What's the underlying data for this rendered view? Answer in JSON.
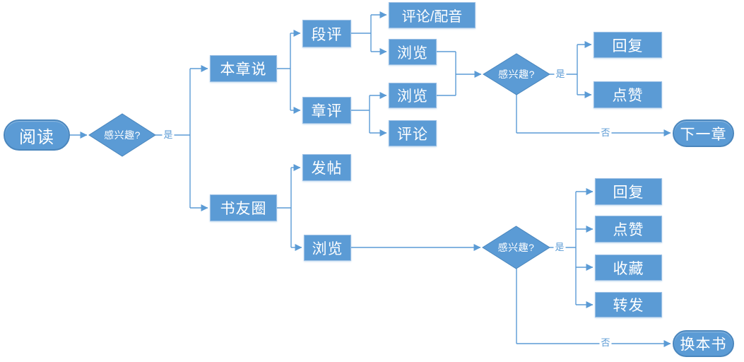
{
  "diagram": {
    "type": "flowchart",
    "colors": {
      "node_fill": "#5b9bd5",
      "box_border": "#9cc0e5",
      "terminal_border": "#4a86bd",
      "connector": "#5b9bd5",
      "edge_label_text": "#5b9bd5",
      "node_text": "#ffffff"
    },
    "nodes": {
      "start": {
        "label": "阅读",
        "shape": "terminal"
      },
      "q1": {
        "label": "感兴趣?",
        "shape": "decision"
      },
      "chapter_talk": {
        "label": "本章说",
        "shape": "process"
      },
      "paragraph_comment": {
        "label": "段评",
        "shape": "process"
      },
      "comment_dub": {
        "label": "评论/配音",
        "shape": "process"
      },
      "browse_paragraph": {
        "label": "浏览",
        "shape": "process"
      },
      "chapter_comment": {
        "label": "章评",
        "shape": "process"
      },
      "browse_chapter": {
        "label": "浏览",
        "shape": "process"
      },
      "comment": {
        "label": "评论",
        "shape": "process"
      },
      "q2": {
        "label": "感兴趣?",
        "shape": "decision"
      },
      "reply_chapter": {
        "label": "回复",
        "shape": "process"
      },
      "like_chapter": {
        "label": "点赞",
        "shape": "process"
      },
      "next_chapter": {
        "label": "下一章",
        "shape": "terminal"
      },
      "book_circle": {
        "label": "书友圈",
        "shape": "process"
      },
      "post": {
        "label": "发帖",
        "shape": "process"
      },
      "browse_circle": {
        "label": "浏览",
        "shape": "process"
      },
      "q3": {
        "label": "感兴趣?",
        "shape": "decision"
      },
      "reply_circle": {
        "label": "回复",
        "shape": "process"
      },
      "like_circle": {
        "label": "点赞",
        "shape": "process"
      },
      "favorite": {
        "label": "收藏",
        "shape": "process"
      },
      "forward": {
        "label": "转发",
        "shape": "process"
      },
      "change_book": {
        "label": "换本书",
        "shape": "terminal"
      }
    },
    "edge_labels": {
      "yes1": "是",
      "yes2": "是",
      "yes3": "是",
      "no1": "否",
      "no2": "否"
    },
    "edges": [
      {
        "from": "start",
        "to": "q1"
      },
      {
        "from": "q1",
        "to": "chapter_talk",
        "label": "是"
      },
      {
        "from": "q1",
        "to": "book_circle",
        "label": "是"
      },
      {
        "from": "chapter_talk",
        "to": "paragraph_comment"
      },
      {
        "from": "chapter_talk",
        "to": "chapter_comment"
      },
      {
        "from": "paragraph_comment",
        "to": "comment_dub"
      },
      {
        "from": "paragraph_comment",
        "to": "browse_paragraph"
      },
      {
        "from": "chapter_comment",
        "to": "browse_chapter"
      },
      {
        "from": "chapter_comment",
        "to": "comment"
      },
      {
        "from": "browse_paragraph",
        "to": "q2"
      },
      {
        "from": "browse_chapter",
        "to": "q2"
      },
      {
        "from": "q2",
        "to": "reply_chapter",
        "label": "是"
      },
      {
        "from": "q2",
        "to": "like_chapter",
        "label": "是"
      },
      {
        "from": "q2",
        "to": "next_chapter",
        "label": "否"
      },
      {
        "from": "book_circle",
        "to": "post"
      },
      {
        "from": "book_circle",
        "to": "browse_circle"
      },
      {
        "from": "browse_circle",
        "to": "q3"
      },
      {
        "from": "q3",
        "to": "reply_circle",
        "label": "是"
      },
      {
        "from": "q3",
        "to": "like_circle",
        "label": "是"
      },
      {
        "from": "q3",
        "to": "favorite",
        "label": "是"
      },
      {
        "from": "q3",
        "to": "forward",
        "label": "是"
      },
      {
        "from": "q3",
        "to": "change_book",
        "label": "否"
      }
    ]
  }
}
